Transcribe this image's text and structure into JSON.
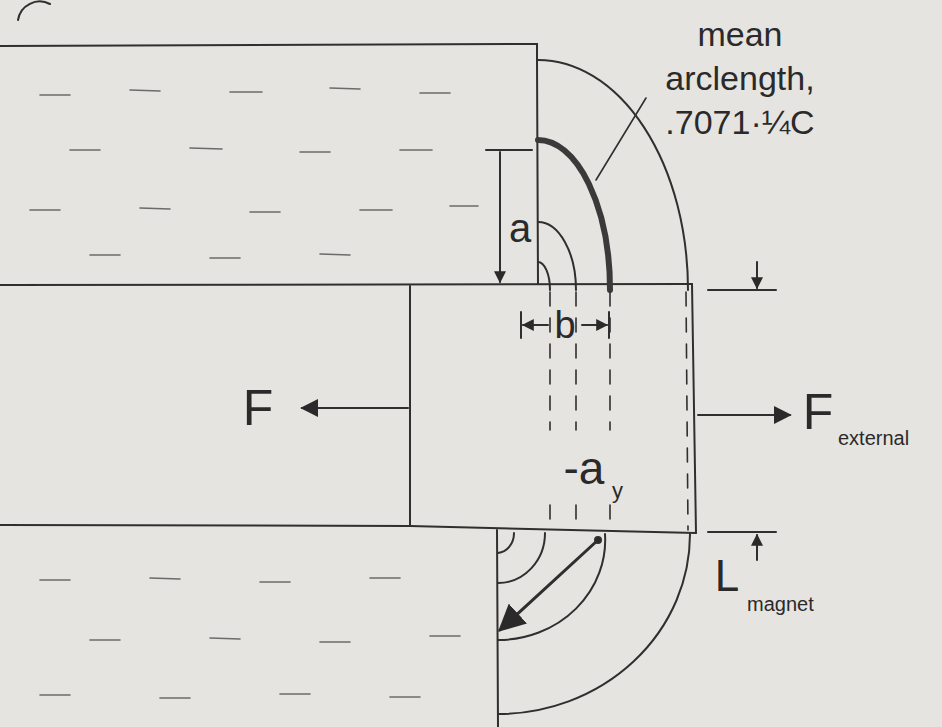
{
  "diagram": {
    "labels": [
      "mean arclength, .7071·¼C",
      "a",
      "b",
      "F",
      "F",
      "external",
      "-a",
      "y",
      "L",
      "magnet"
    ]
  }
}
